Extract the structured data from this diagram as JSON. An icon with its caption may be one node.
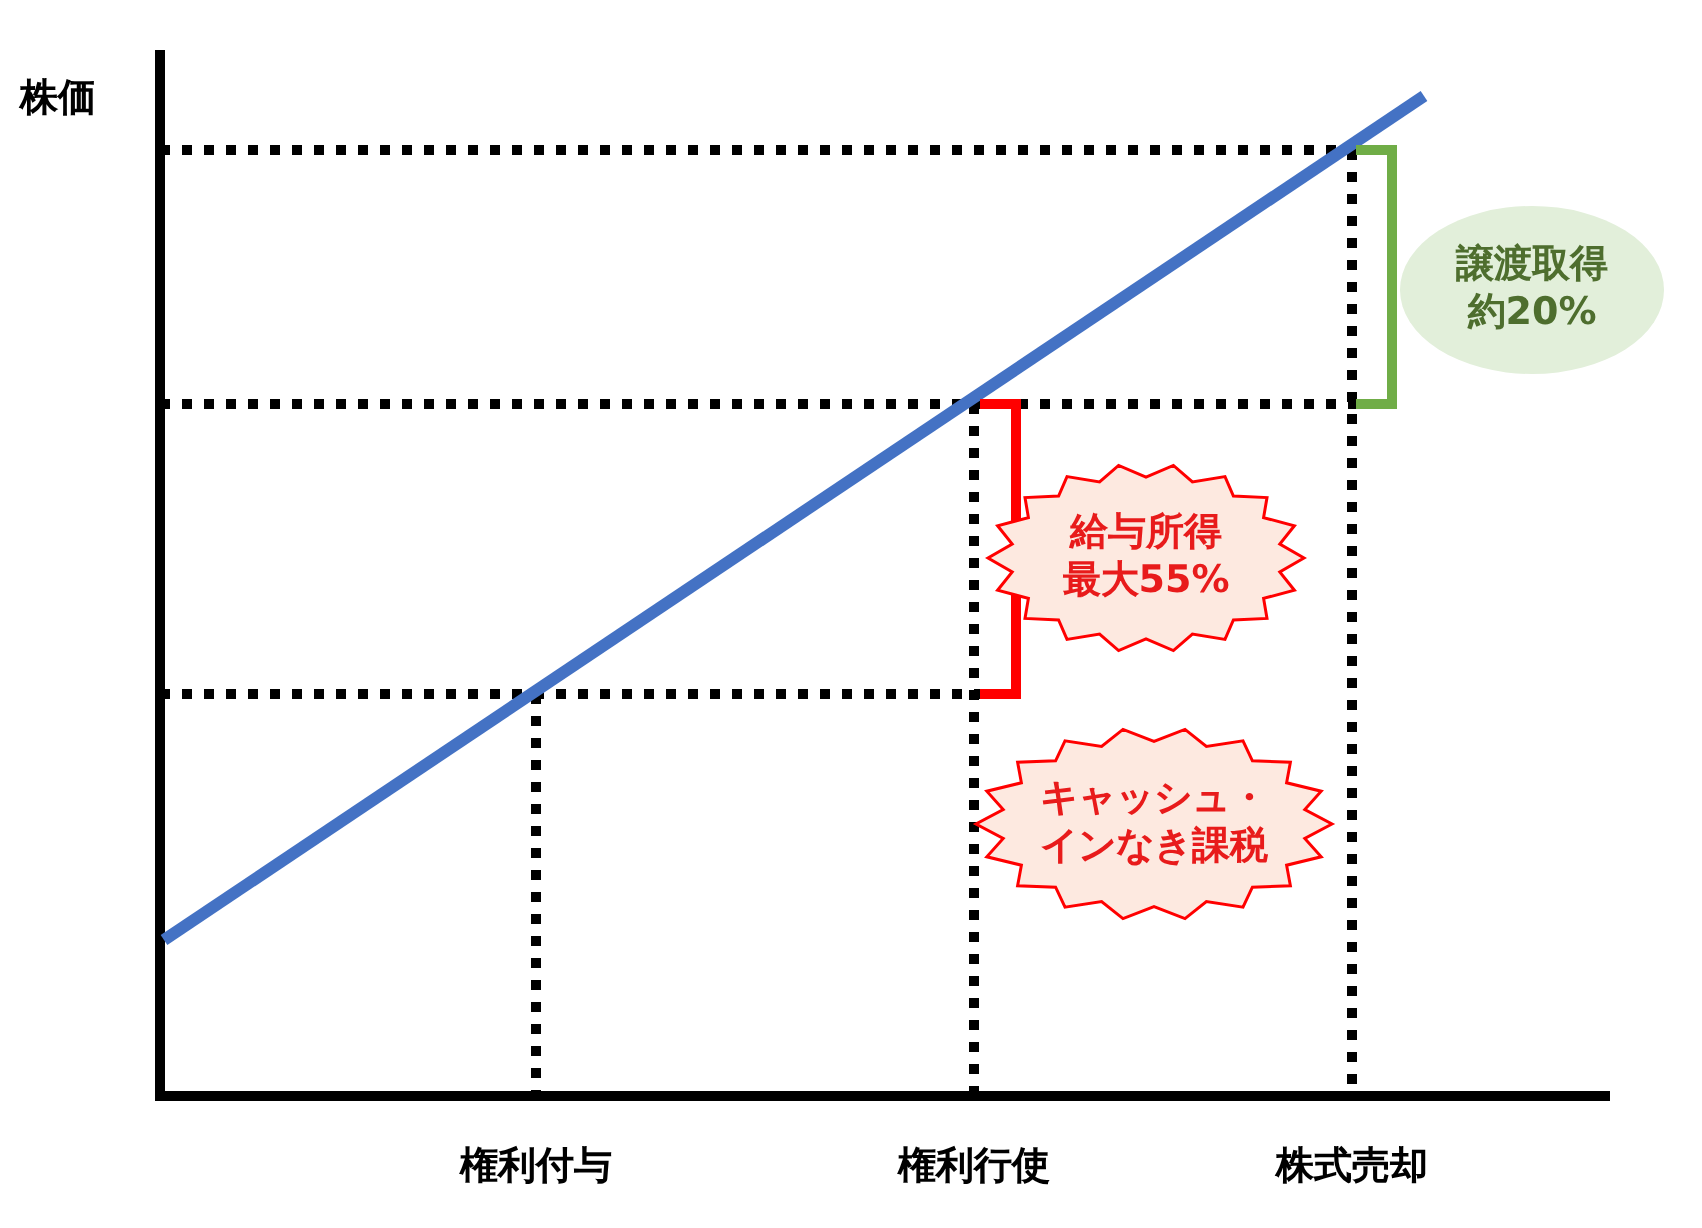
{
  "diagram": {
    "nodes": [
      {
        "text": [
          "譲渡取得",
          "約20%"
        ]
      },
      {
        "text": [
          "給与所得",
          "最大55%"
        ]
      },
      {
        "text": [
          "キャッシュ・インなき課税"
        ]
      }
    ],
    "labels": [
      "株価",
      "権利付与",
      "権利行使",
      "株式売却"
    ]
  }
}
